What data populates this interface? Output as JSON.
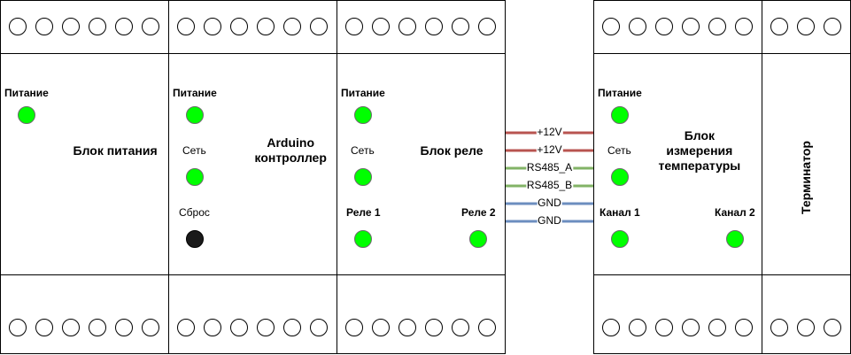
{
  "modules": [
    {
      "id": "power-supply",
      "title_lines": [
        "Блок питания"
      ],
      "top_terminals": 6,
      "bottom_terminals": 6,
      "labels": [
        {
          "text": "Питание",
          "bold": true
        }
      ],
      "leds": [
        {
          "color": "green"
        }
      ]
    },
    {
      "id": "arduino",
      "title_lines": [
        "Arduino",
        "контроллер"
      ],
      "top_terminals": 6,
      "bottom_terminals": 6,
      "labels": [
        {
          "text": "Питание",
          "bold": true
        },
        {
          "text": "Сеть",
          "bold": false
        },
        {
          "text": "Сброс",
          "bold": false
        }
      ],
      "leds": [
        {
          "color": "green"
        },
        {
          "color": "green"
        },
        {
          "color": "black"
        }
      ]
    },
    {
      "id": "relay",
      "title_lines": [
        "Блок реле"
      ],
      "top_terminals": 6,
      "bottom_terminals": 6,
      "labels": [
        {
          "text": "Питание",
          "bold": true
        },
        {
          "text": "Сеть",
          "bold": false
        },
        {
          "text": "Реле 1",
          "bold": true
        },
        {
          "text": "Реле 2",
          "bold": true
        }
      ],
      "leds": [
        {
          "color": "green"
        },
        {
          "color": "green"
        },
        {
          "color": "green"
        },
        {
          "color": "green"
        }
      ]
    },
    {
      "id": "temperature",
      "title_lines": [
        "Блок",
        "измерения",
        "температуры"
      ],
      "top_terminals": 6,
      "bottom_terminals": 6,
      "labels": [
        {
          "text": "Питание",
          "bold": true
        },
        {
          "text": "Сеть",
          "bold": false
        },
        {
          "text": "Канал 1",
          "bold": true
        },
        {
          "text": "Канал 2",
          "bold": true
        }
      ],
      "leds": [
        {
          "color": "green"
        },
        {
          "color": "green"
        },
        {
          "color": "green"
        },
        {
          "color": "green"
        }
      ]
    },
    {
      "id": "terminator",
      "title_lines": [
        "Терминатор"
      ],
      "vertical_title": true,
      "top_terminals": 3,
      "bottom_terminals": 3,
      "labels": [],
      "leds": []
    }
  ],
  "bus": [
    {
      "label": "+12V",
      "color": "#b85450"
    },
    {
      "label": "+12V",
      "color": "#b85450"
    },
    {
      "label": "RS485_A",
      "color": "#82b366"
    },
    {
      "label": "RS485_B",
      "color": "#82b366"
    },
    {
      "label": "GND",
      "color": "#6c8ebf"
    },
    {
      "label": "GND",
      "color": "#6c8ebf"
    }
  ],
  "colors": {
    "led_green": "#00ff00",
    "led_black": "#1a1a1a",
    "outline": "#000000"
  }
}
